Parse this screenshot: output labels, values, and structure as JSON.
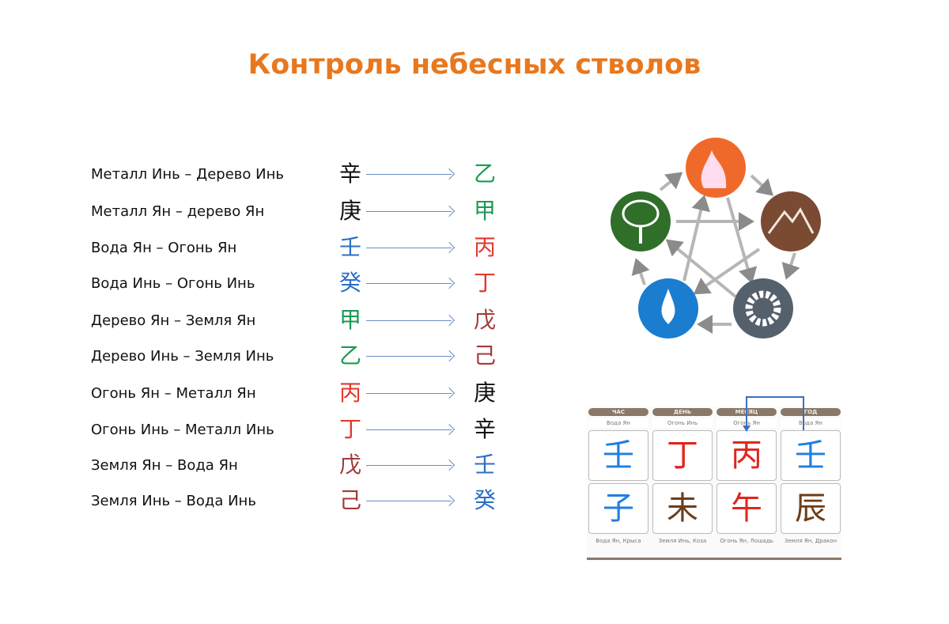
{
  "title": "Контроль небесных стволов",
  "colors": {
    "metal": "#111111",
    "wood": "#1b9a55",
    "water": "#2c6fc4",
    "fire": "#e23a2e",
    "earth": "#a33a3a",
    "title": "#e8781e"
  },
  "rows": [
    {
      "label": "Металл Инь – Дерево Инь",
      "from": "辛",
      "from_el": "metal",
      "to": "乙",
      "to_el": "wood"
    },
    {
      "label": "Металл Ян – дерево Ян",
      "from": "庚",
      "from_el": "metal",
      "to": "甲",
      "to_el": "wood"
    },
    {
      "label": "Вода Ян – Огонь Ян",
      "from": "壬",
      "from_el": "water",
      "to": "丙",
      "to_el": "fire"
    },
    {
      "label": "Вода Инь – Огонь Инь",
      "from": "癸",
      "from_el": "water",
      "to": "丁",
      "to_el": "fire"
    },
    {
      "label": "Дерево Ян – Земля Ян",
      "from": "甲",
      "from_el": "wood",
      "to": "戊",
      "to_el": "earth"
    },
    {
      "label": "Дерево Инь – Земля Инь",
      "from": "乙",
      "from_el": "wood",
      "to": "己",
      "to_el": "earth"
    },
    {
      "label": "Огонь Ян – Металл Ян",
      "from": "丙",
      "from_el": "fire",
      "to": "庚",
      "to_el": "metal"
    },
    {
      "label": "Огонь Инь – Металл Инь",
      "from": "丁",
      "from_el": "fire",
      "to": "辛",
      "to_el": "metal"
    },
    {
      "label": "Земля Ян – Вода Ян",
      "from": "戊",
      "from_el": "earth",
      "to": "壬",
      "to_el": "water"
    },
    {
      "label": "Земля Инь – Вода Инь",
      "from": "己",
      "from_el": "earth",
      "to": "癸",
      "to_el": "water"
    }
  ],
  "chart": {
    "columns": [
      {
        "header": "ЧАС",
        "stem_label": "Вода Ян",
        "stem": "壬",
        "stem_color": "#1f7fe0",
        "branch": "子",
        "branch_color": "#1f7fe0",
        "branch_label": "Вода Ян, Крыса"
      },
      {
        "header": "ДЕНЬ",
        "stem_label": "Огонь Инь",
        "stem": "丁",
        "stem_color": "#e0261e",
        "branch": "未",
        "branch_color": "#6b3e1a",
        "branch_label": "Земля Инь, Коза"
      },
      {
        "header": "МЕСЯЦ",
        "stem_label": "Огонь Ян",
        "stem": "丙",
        "stem_color": "#e0261e",
        "branch": "午",
        "branch_color": "#e0261e",
        "branch_label": "Огонь Ян, Лошадь"
      },
      {
        "header": "ГОД",
        "stem_label": "Вода Ян",
        "stem": "壬",
        "stem_color": "#1f7fe0",
        "branch": "辰",
        "branch_color": "#6b3e1a",
        "branch_label": "Земля Ян, Дракон"
      }
    ]
  }
}
